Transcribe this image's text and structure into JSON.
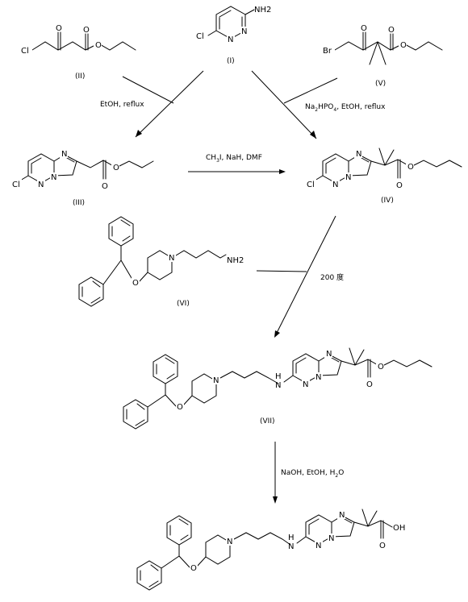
{
  "compounds": {
    "c1": {
      "label": "(I)",
      "atoms": {
        "nh2": "NH2",
        "cl": "Cl",
        "n1": "N",
        "n2": "N"
      }
    },
    "c2": {
      "label": "(II)",
      "atoms": {
        "cl": "Cl",
        "o1": "O",
        "o2": "O",
        "o3": "O"
      }
    },
    "c5": {
      "label": "(V)",
      "atoms": {
        "br": "Br",
        "o1": "O",
        "o2": "O",
        "o3": "O"
      }
    },
    "c3": {
      "label": "(III)",
      "atoms": {
        "cl": "Cl",
        "n1": "N",
        "n2": "N",
        "n3": "N",
        "o1": "O",
        "o2": "O"
      }
    },
    "c4": {
      "label": "(IV)",
      "atoms": {
        "cl": "Cl",
        "n1": "N",
        "n2": "N",
        "n3": "N",
        "o1": "O",
        "o2": "O"
      }
    },
    "c6": {
      "label": "(VI)",
      "atoms": {
        "n": "N",
        "o": "O",
        "nh2": "NH2"
      }
    },
    "c7": {
      "label": "(VII)",
      "atoms": {
        "n": "N",
        "o": "O",
        "h": "H",
        "n1": "N",
        "n2": "N",
        "n3": "N",
        "o1": "O",
        "o2": "O"
      }
    },
    "c8": {
      "label": "",
      "atoms": {
        "n": "N",
        "o": "O",
        "h": "H",
        "n1": "N",
        "n2": "N",
        "n3": "N",
        "o1": "O",
        "oh": "OH"
      }
    }
  },
  "conditions": {
    "step1": "EtOH, reflux",
    "step2_a": "Na",
    "step2_sub1": "2",
    "step2_b": "HPO",
    "step2_sub2": "4",
    "step2_c": ", EtOH, reflux",
    "step3_a": "CH",
    "step3_sub": "3",
    "step3_b": "I, NaH, DMF",
    "step4": "200 度",
    "step5_a": "NaOH, EtOH, H",
    "step5_sub": "2",
    "step5_b": "O"
  }
}
